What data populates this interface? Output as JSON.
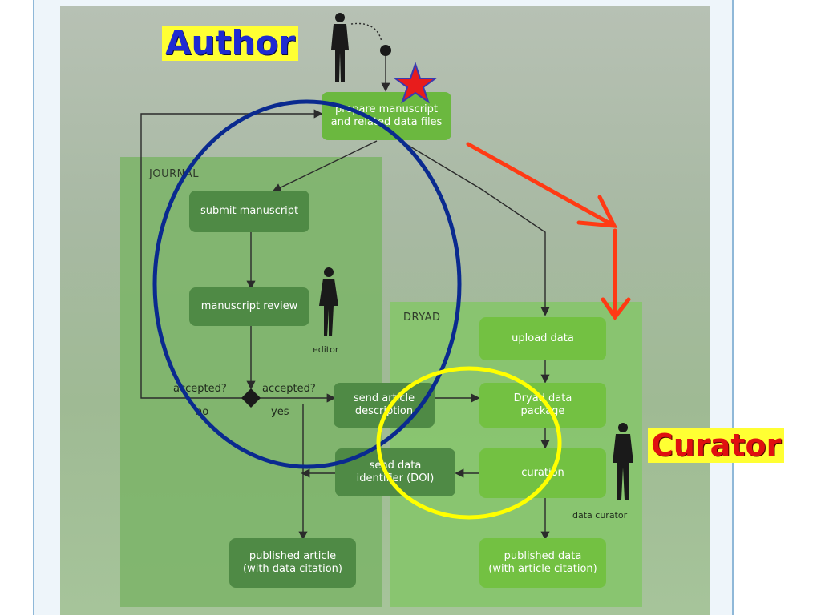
{
  "labels": {
    "author": "Author",
    "curator": "Curator",
    "journal": "JOURNAL",
    "dryad": "DRYAD",
    "editor": "editor",
    "data_curator": "data curator"
  },
  "nodes": {
    "prepare": "prepare manuscript\nand related data files",
    "submit": "submit manuscript",
    "review": "manuscript review",
    "send_article": "send article\ndescription",
    "send_data": "send data\nidentifier (DOI)",
    "published_article": "published article\n(with data citation)",
    "upload": "upload data",
    "package": "Dryad data\npackage",
    "curation": "curation",
    "published_data": "published data\n(with article citation)"
  },
  "decision": {
    "accepted_left": "accepted?",
    "accepted_right": "accepted?",
    "no": "no",
    "yes": "yes"
  },
  "colors": {
    "author": "#1f2bd1",
    "curator": "#e01010",
    "highlight": "#ffff33",
    "blue_circle": "#0a2a8f",
    "yellow_circle": "#ffff00",
    "red_arrow": "#ff3a14",
    "star": "#e81c1c"
  }
}
